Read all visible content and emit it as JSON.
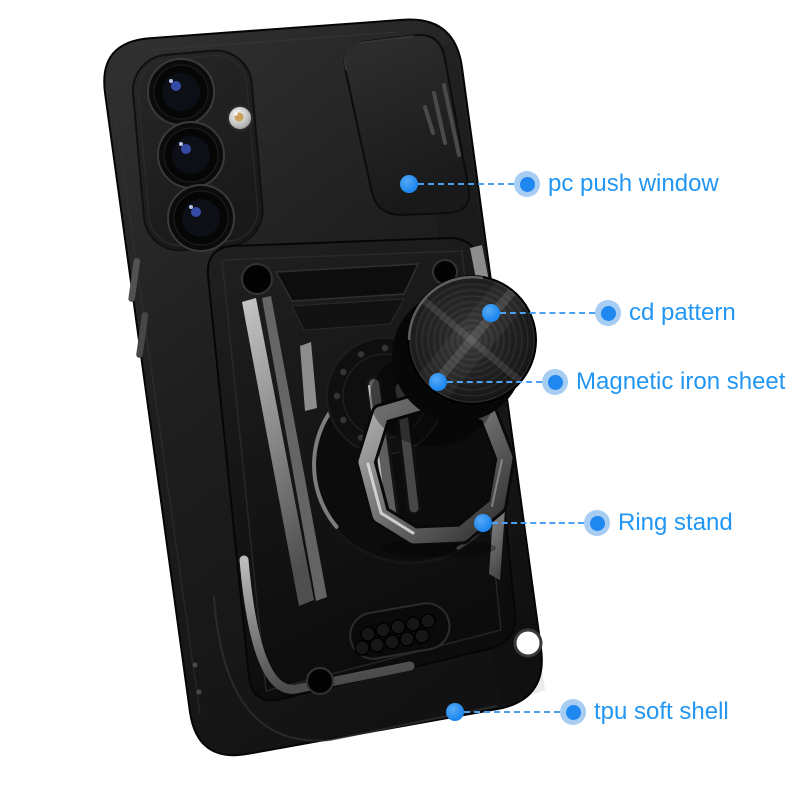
{
  "colors": {
    "accent_blue": "#2196f3",
    "marker_blue": "#1e88f0",
    "line_blue": "#4aa0f2",
    "halo_blue": "#a8cdf2",
    "background": "#ffffff",
    "case_black": "#1a1a1a"
  },
  "markers": {
    "source_dot": "solid-circle",
    "target_dot": "circle-with-halo",
    "leader_line": "dashed-horizontal"
  },
  "callouts": [
    {
      "id": "pc-push-window",
      "label": "pc push window"
    },
    {
      "id": "cd-pattern",
      "label": "cd pattern"
    },
    {
      "id": "magnetic-iron-sheet",
      "label": "Magnetic iron sheet"
    },
    {
      "id": "ring-stand",
      "label": "Ring stand"
    },
    {
      "id": "tpu-soft-shell",
      "label": "tpu soft shell"
    }
  ]
}
